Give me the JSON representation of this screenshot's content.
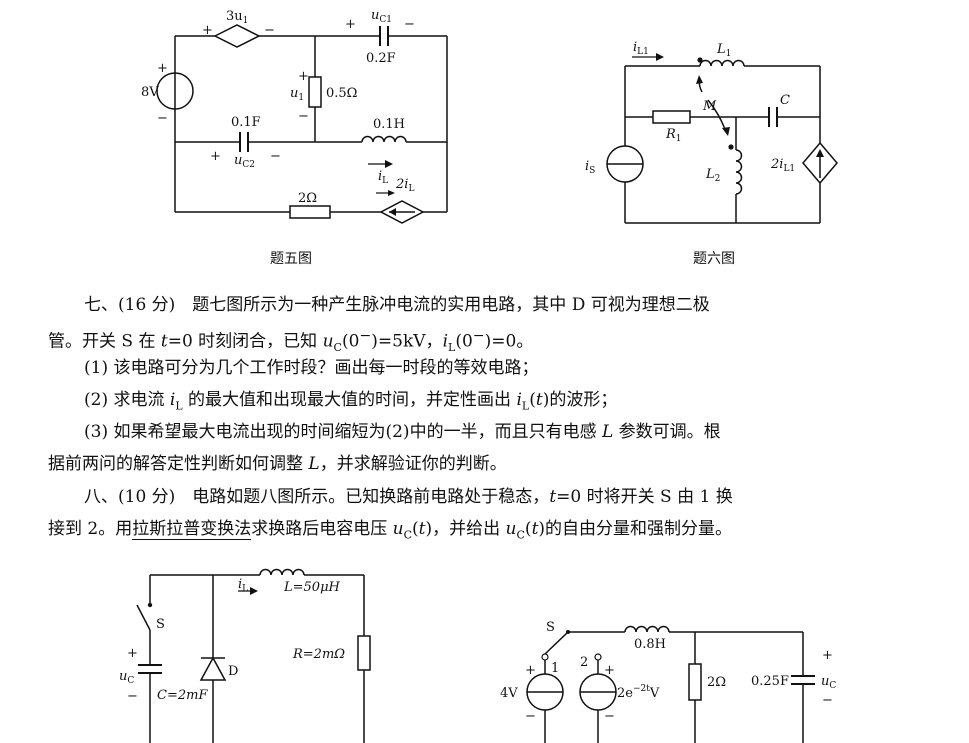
{
  "fig5": {
    "caption": "题五图",
    "src_dep": "3u",
    "src_dep_sub": "1",
    "src_v": "8V",
    "cap1": "0.2F",
    "cap1_v": "u",
    "cap1_sub": "C1",
    "res1": "0.5Ω",
    "u1": "u",
    "u1_sub": "1",
    "cap2": "0.1F",
    "cap2_v": "u",
    "cap2_sub": "C2",
    "ind": "0.1H",
    "il": "i",
    "il_sub": "L",
    "res2": "2Ω",
    "dep_i": "2i",
    "dep_i_sub": "L"
  },
  "fig6": {
    "caption": "题六图",
    "il1": "i",
    "il1_sub": "L1",
    "l1": "L",
    "l1_sub": "1",
    "r1": "R",
    "r1_sub": "1",
    "m": "M",
    "c": "C",
    "is": "i",
    "is_sub": "S",
    "l2": "L",
    "l2_sub": "2",
    "dep": "2i",
    "dep_sub": "L1"
  },
  "q7": {
    "line1": "七、(16 分)　题七图所示为一种产生脉冲电流的实用电路，其中 D 可视为理想二极",
    "line2a": "管。开关 S 在 ",
    "line2b": "t",
    "line2c": "=0 时刻闭合，已知 ",
    "line2d": "u",
    "line2e": "C",
    "line2f": "(0",
    "line2g": "−",
    "line2h": ")=5kV，",
    "line2i": "i",
    "line2j": "L",
    "line2k": "(0",
    "line2l": "−",
    "line2m": ")=0。",
    "item1": "(1) 该电路可分为几个工作时段？画出每一时段的等效电路；",
    "item2a": "(2) 求电流 ",
    "item2b": "i",
    "item2c": "L",
    "item2d": " 的最大值和出现最大值的时间，并定性画出 ",
    "item2e": "i",
    "item2f": "L",
    "item2g": "(",
    "item2h": "t",
    "item2i": ")的波形；",
    "item3a": "(3) 如果希望最大电流出现的时间缩短为(2)中的一半，而且只有电感 ",
    "item3b": "L",
    "item3c": " 参数可调。根",
    "item3d": "据前两问的解答定性判断如何调整 ",
    "item3e": "L",
    "item3f": "，并求解验证你的判断。"
  },
  "q8": {
    "line1a": "八、(10 分)　电路如题八图所示。已知换路前电路处于稳态，",
    "line1b": "t",
    "line1c": "=0 时将开关 S 由 1 换",
    "line2a": "接到 2。用",
    "line2b": "拉斯拉普变换法",
    "line2c": "求换路后电容电压 ",
    "line2d": "u",
    "line2e": "C",
    "line2f": "(",
    "line2g": "t",
    "line2h": ")，并给出 ",
    "line2i": "u",
    "line2j": "C",
    "line2k": "(",
    "line2l": "t",
    "line2m": ")的自由分量和强制分量。"
  },
  "fig7": {
    "s": "S",
    "uc": "u",
    "uc_sub": "C",
    "c": "C=2mF",
    "d": "D",
    "il": "i",
    "il_sub": "L",
    "l": "L=50μH",
    "r": "R=2mΩ"
  },
  "fig8": {
    "s": "S",
    "n1": "1",
    "n2": "2",
    "ind": "0.8H",
    "v1": "4V",
    "v2a": "2e",
    "v2b": "−2t",
    "v2c": "V",
    "r": "2Ω",
    "c": "0.25F",
    "uc": "u",
    "uc_sub": "C"
  }
}
